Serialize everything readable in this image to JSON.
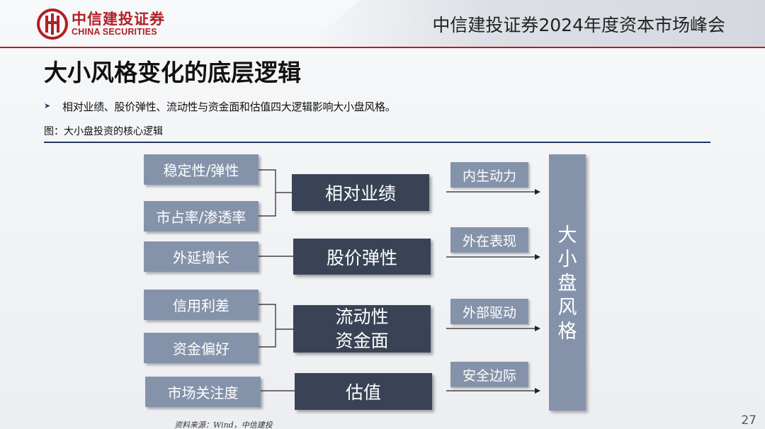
{
  "header": {
    "logo_cn": "中信建投证券",
    "logo_en": "CHINA SECURITIES",
    "event_title": "中信建投证券2024年度资本市场峰会",
    "brand_color": "#b21f24"
  },
  "title": "大小风格变化的底层逻辑",
  "bullet": "相对业绩、股价弹性、流动性与资金面和估值四大逻辑影响大小盘风格。",
  "figure_caption": "图：大小盘投资的核心逻辑",
  "diagram": {
    "factors": [
      "稳定性/弹性",
      "市占率/渗透率",
      "外延增长",
      "信用利差",
      "资金偏好",
      "市场关注度"
    ],
    "drivers": [
      "相对业绩",
      "股价弹性",
      "流动性",
      "资金面",
      "估值"
    ],
    "labels": [
      "内生动力",
      "外在表现",
      "外部驱动",
      "安全边际"
    ],
    "result_chars": [
      "大",
      "小",
      "盘",
      "风",
      "格"
    ]
  },
  "source": "资料来源：Wind，中信建投",
  "page_number": "27"
}
